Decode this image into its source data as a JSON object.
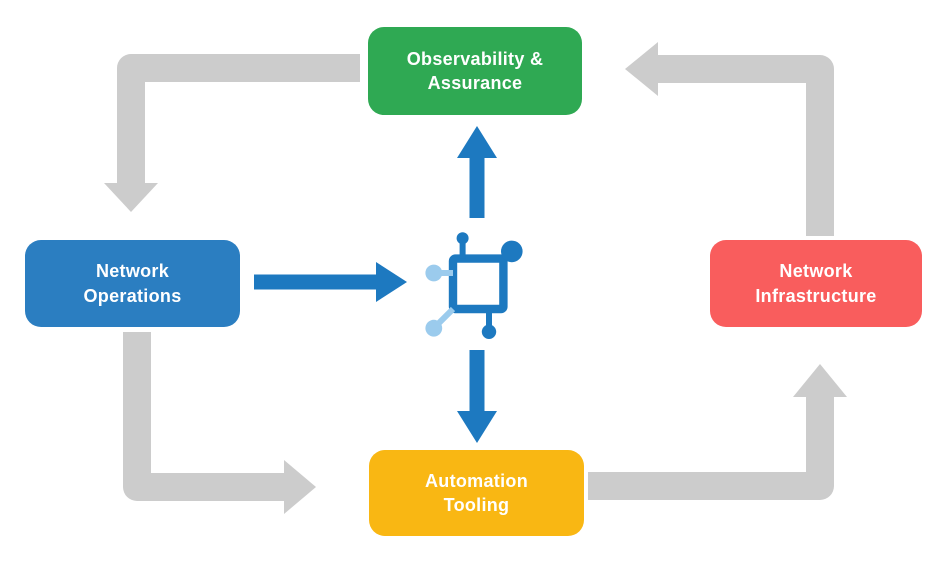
{
  "colors": {
    "background": "#ffffff",
    "green": "#2fa953",
    "blue": "#2b7ec1",
    "red": "#f95d5d",
    "yellow": "#f9b713",
    "arrow_gray": "#cccccc",
    "arrow_blue": "#1d79c0",
    "icon_dark": "#1d79c0",
    "icon_light": "#9bcbed",
    "node_text": "#ffffff"
  },
  "nodes": {
    "observability": {
      "label": "Observability &\nAssurance",
      "color": "green"
    },
    "operations": {
      "label": "Network\nOperations",
      "color": "blue"
    },
    "infrastructure": {
      "label": "Network\nInfrastructure",
      "color": "red"
    },
    "automation": {
      "label": "Automation\nTooling",
      "color": "yellow"
    }
  },
  "center_icon": "network-topology-icon",
  "edges": [
    {
      "from": "observability",
      "to": "operations",
      "style": "gray-elbow"
    },
    {
      "from": "operations",
      "to": "automation",
      "style": "gray-elbow"
    },
    {
      "from": "automation",
      "to": "infrastructure",
      "style": "gray-elbow"
    },
    {
      "from": "infrastructure",
      "to": "observability",
      "style": "gray-elbow"
    },
    {
      "from": "operations",
      "to": "center-icon",
      "style": "blue-straight"
    },
    {
      "from": "center-icon",
      "to": "observability",
      "style": "blue-straight"
    },
    {
      "from": "center-icon",
      "to": "automation",
      "style": "blue-straight"
    }
  ]
}
